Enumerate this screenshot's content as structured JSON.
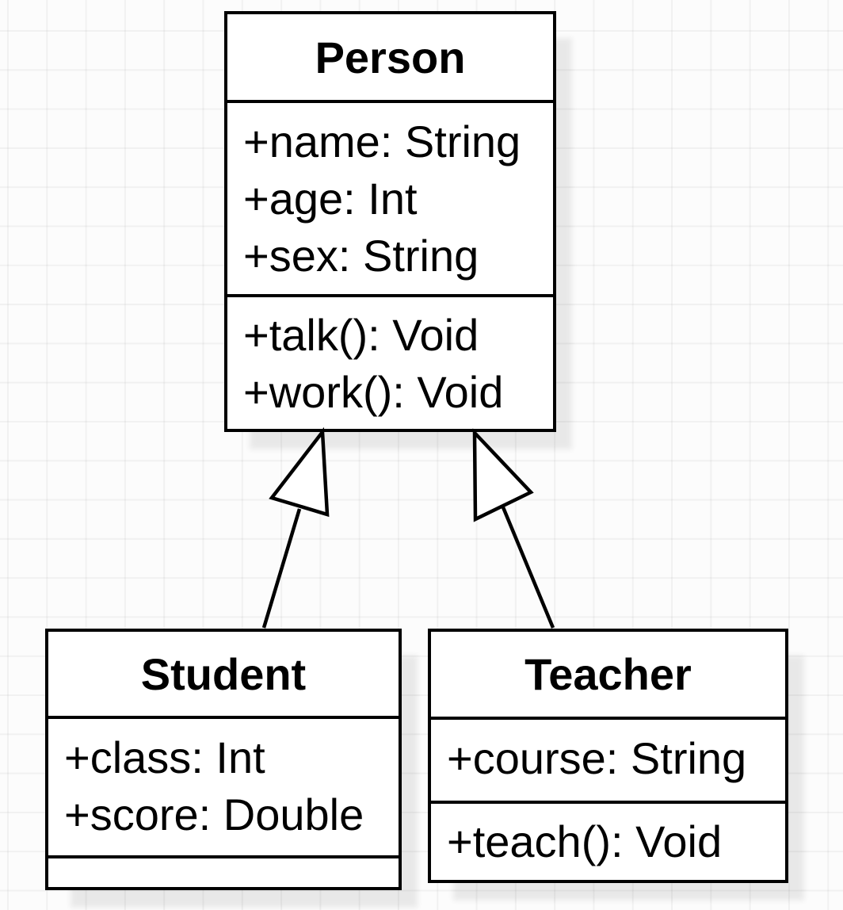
{
  "canvas": {
    "background_color": "#fcfcfc",
    "grid_line_color": "#f2f2f2"
  },
  "classes": [
    {
      "name": "Person",
      "attributes": [
        "+name: String",
        "+age: Int",
        "+sex: String"
      ],
      "methods": [
        "+talk(): Void",
        "+work(): Void"
      ]
    },
    {
      "name": "Student",
      "attributes": [
        "+class: Int",
        "+score: Double"
      ],
      "methods": []
    },
    {
      "name": "Teacher",
      "attributes": [
        "+course: String"
      ],
      "methods": [
        "+teach(): Void"
      ]
    }
  ],
  "relationships": [
    {
      "from": "Student",
      "to": "Person",
      "type": "generalization",
      "arrowhead": "hollow-triangle"
    },
    {
      "from": "Teacher",
      "to": "Person",
      "type": "generalization",
      "arrowhead": "hollow-triangle"
    }
  ],
  "colors": {
    "box_fill": "#ffffff",
    "box_border": "#000000",
    "text": "#000000",
    "shadow": "rgba(0,0,0,0.08)"
  }
}
